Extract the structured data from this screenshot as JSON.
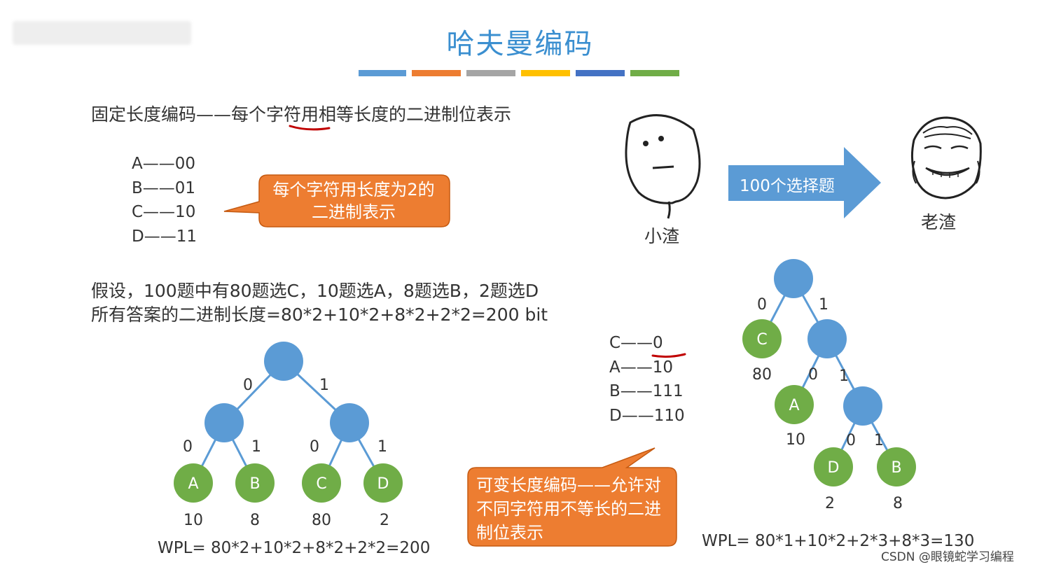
{
  "slide": {
    "title": "哈夫曼编码",
    "title_bar_colors": [
      "#5b9bd5",
      "#ed7d31",
      "#a5a5a5",
      "#ffc000",
      "#4472c4",
      "#70ad47"
    ],
    "fixed_length_line": "固定长度编码——每个字符用相等长度的二进制位表示",
    "fixed_codes": [
      "A——00",
      "B——01",
      "C——10",
      "D——11"
    ],
    "fixed_callout": "每个字符用长度为2的二进制表示",
    "assumption_line1": "假设，100题中有80题选C，10题选A，8题选B，2题选D",
    "assumption_line2": "所有答案的二进制长度=80*2+10*2+8*2+2*2=200 bit",
    "comic": {
      "left_caption": "小渣",
      "arrow_label": "100个选择题",
      "right_caption": "老渣"
    },
    "variable_codes": [
      "C——0",
      "A——10",
      "B——111",
      "D——110"
    ],
    "variable_callout": "可变长度编码——允许对不同字符用不等长的二进制位表示",
    "left_tree": {
      "edge_labels": [
        "0",
        "1",
        "0",
        "1",
        "0",
        "1"
      ],
      "leaves": [
        {
          "letter": "A",
          "weight": "10"
        },
        {
          "letter": "B",
          "weight": "8"
        },
        {
          "letter": "C",
          "weight": "80"
        },
        {
          "letter": "D",
          "weight": "2"
        }
      ],
      "wpl": "WPL= 80*2+10*2+8*2+2*2=200"
    },
    "right_tree": {
      "edge_labels": [
        "0",
        "1",
        "0",
        "1",
        "0",
        "1"
      ],
      "leaves": [
        {
          "letter": "C",
          "weight": "80"
        },
        {
          "letter": "A",
          "weight": "10"
        },
        {
          "letter": "D",
          "weight": "2"
        },
        {
          "letter": "B",
          "weight": "8"
        }
      ],
      "wpl": "WPL= 80*1+10*2+2*3+8*3=130"
    },
    "colors": {
      "title": "#3b8fd0",
      "internal_node": "#5b9bd5",
      "leaf_node": "#70ad47",
      "callout": "#ed7d31",
      "arrow": "#5b9bd5",
      "underline": "#c00000"
    },
    "watermark": "CSDN @眼镜蛇学习编程"
  }
}
